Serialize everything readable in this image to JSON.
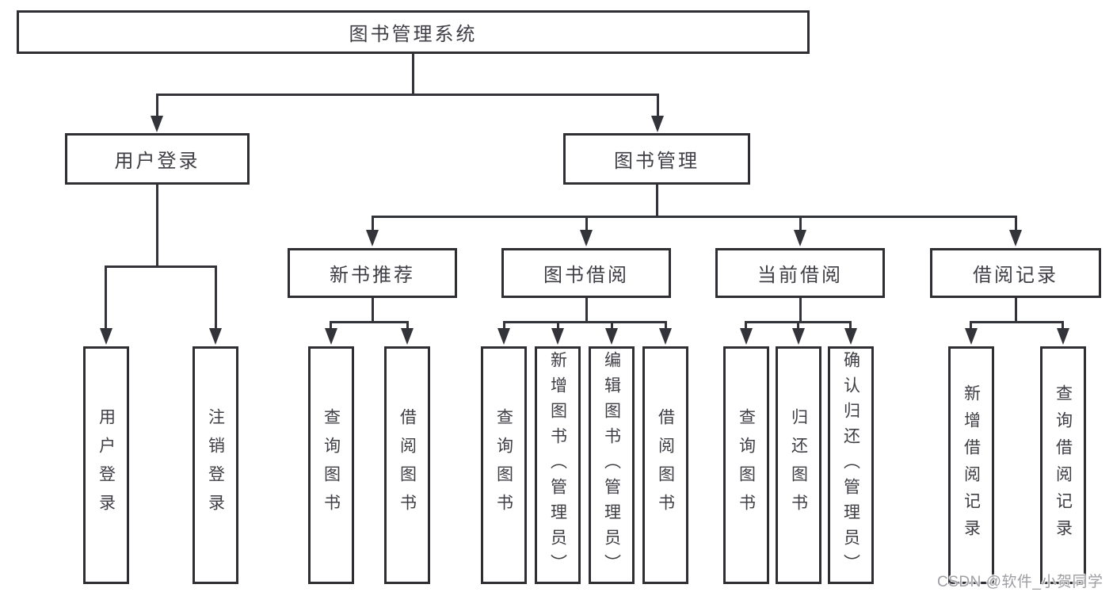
{
  "tree": {
    "root": "图书管理系统",
    "branches": [
      {
        "label": "用户登录",
        "children": [
          "用户登录",
          "注销登录"
        ]
      },
      {
        "label": "图书管理",
        "groups": [
          {
            "label": "新书推荐",
            "children": [
              "查询图书",
              "借阅图书"
            ]
          },
          {
            "label": "图书借阅",
            "children": [
              "查询图书",
              "新增图书（管理员）",
              "编辑图书（管理员）",
              "借阅图书"
            ]
          },
          {
            "label": "当前借阅",
            "children": [
              "查询图书",
              "归还图书",
              "确认归还（管理员）"
            ]
          },
          {
            "label": "借阅记录",
            "children": [
              "新增借阅记录",
              "查询借阅记录"
            ]
          }
        ]
      }
    ]
  },
  "watermark": {
    "text": "CSDN @软件_小贺同学"
  },
  "colors": {
    "line": "#33333a",
    "box_border": "#2e2e33",
    "text": "#3e3e44",
    "watermark_text": "#9e9ea3",
    "background": "#ffffff"
  }
}
